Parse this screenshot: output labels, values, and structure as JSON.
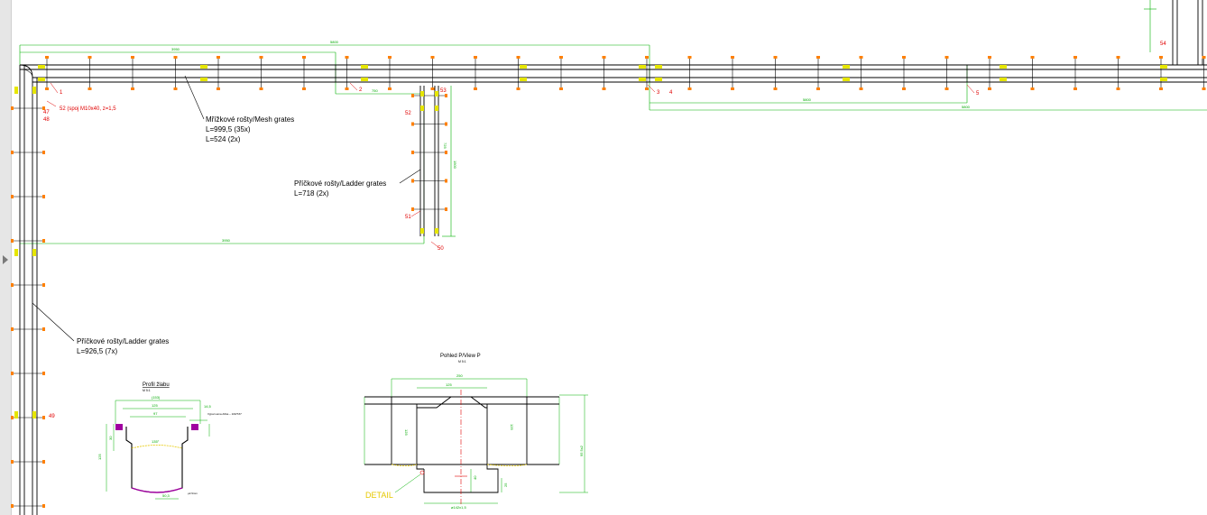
{
  "viewer": {
    "expand_handle": "chevron-right-icon"
  },
  "colors": {
    "dimension": "#00b000",
    "outline": "#000000",
    "fastener": "#e6e600",
    "marker": "#e00000",
    "bolt_head": "#ff8000",
    "profile_fill": "#a000a0"
  },
  "callouts": {
    "mesh_title": "Mřížkové rošty/Mesh grates",
    "mesh_len1": "L=999,5 (35x)",
    "mesh_len2": "L=524 (2x)",
    "ladder_small_title": "Příčkové rošty/Ladder grates",
    "ladder_small_len": "L=718 (2x)",
    "ladder_left_title": "Příčkové rošty/Ladder grates",
    "ladder_left_len": "L=926,5 (7x)"
  },
  "dimensions": {
    "top_long": "5800",
    "top_left": "3950",
    "bottom_right_a": "5800",
    "bottom_right_b": "5800",
    "left_return": "3950",
    "small_gap": "750",
    "riser_vertical_a": "1500",
    "riser_vertical_b": "725"
  },
  "markers": {
    "m1": "1",
    "m2": "2",
    "m3": "3",
    "m4": "4",
    "m5": "5",
    "m47": "47",
    "m48": "48",
    "m49": "49",
    "m50": "50",
    "m51": "51",
    "m52": "52",
    "m53": "53",
    "m54": "54",
    "note_52": "52 (spoj M10x40, z=1,5"
  },
  "section_profile": {
    "title": "Profil žlabu",
    "scale": "M 5:1",
    "dim_overall": "(153)",
    "dim_a": "125",
    "dim_b": "97",
    "dim_c": "14,5",
    "dim_d": "30",
    "dim_e": "125",
    "dim_f": "50,3",
    "dim_angle": "135°",
    "note": "Výpal suma Aříka – 100/TZ7",
    "foot_note": "μ2.9mm"
  },
  "view_p": {
    "title": "Pohled P/View P",
    "scale": "M 5:1",
    "dim_top": "250",
    "dim_inner": "125",
    "dim_left_h": "125",
    "dim_right_h": "125",
    "dim_overall_h": "95 5x2",
    "dim_bottom": "ø142x1,5",
    "dim_small": "40",
    "dim_small2": "25",
    "detail_label": "DETAIL"
  }
}
